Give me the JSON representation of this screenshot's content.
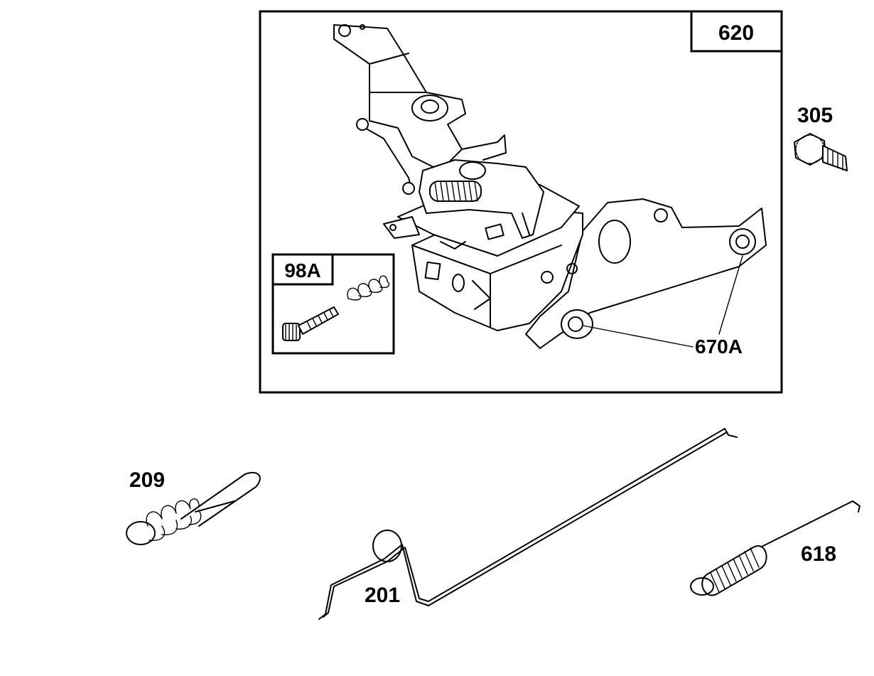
{
  "diagram": {
    "parts": [
      {
        "id": "part-620",
        "label": "620"
      },
      {
        "id": "part-98a",
        "label": "98A"
      },
      {
        "id": "part-670a",
        "label": "670A"
      },
      {
        "id": "part-305",
        "label": "305"
      },
      {
        "id": "part-209",
        "label": "209"
      },
      {
        "id": "part-201",
        "label": "201"
      },
      {
        "id": "part-618",
        "label": "618"
      }
    ]
  }
}
